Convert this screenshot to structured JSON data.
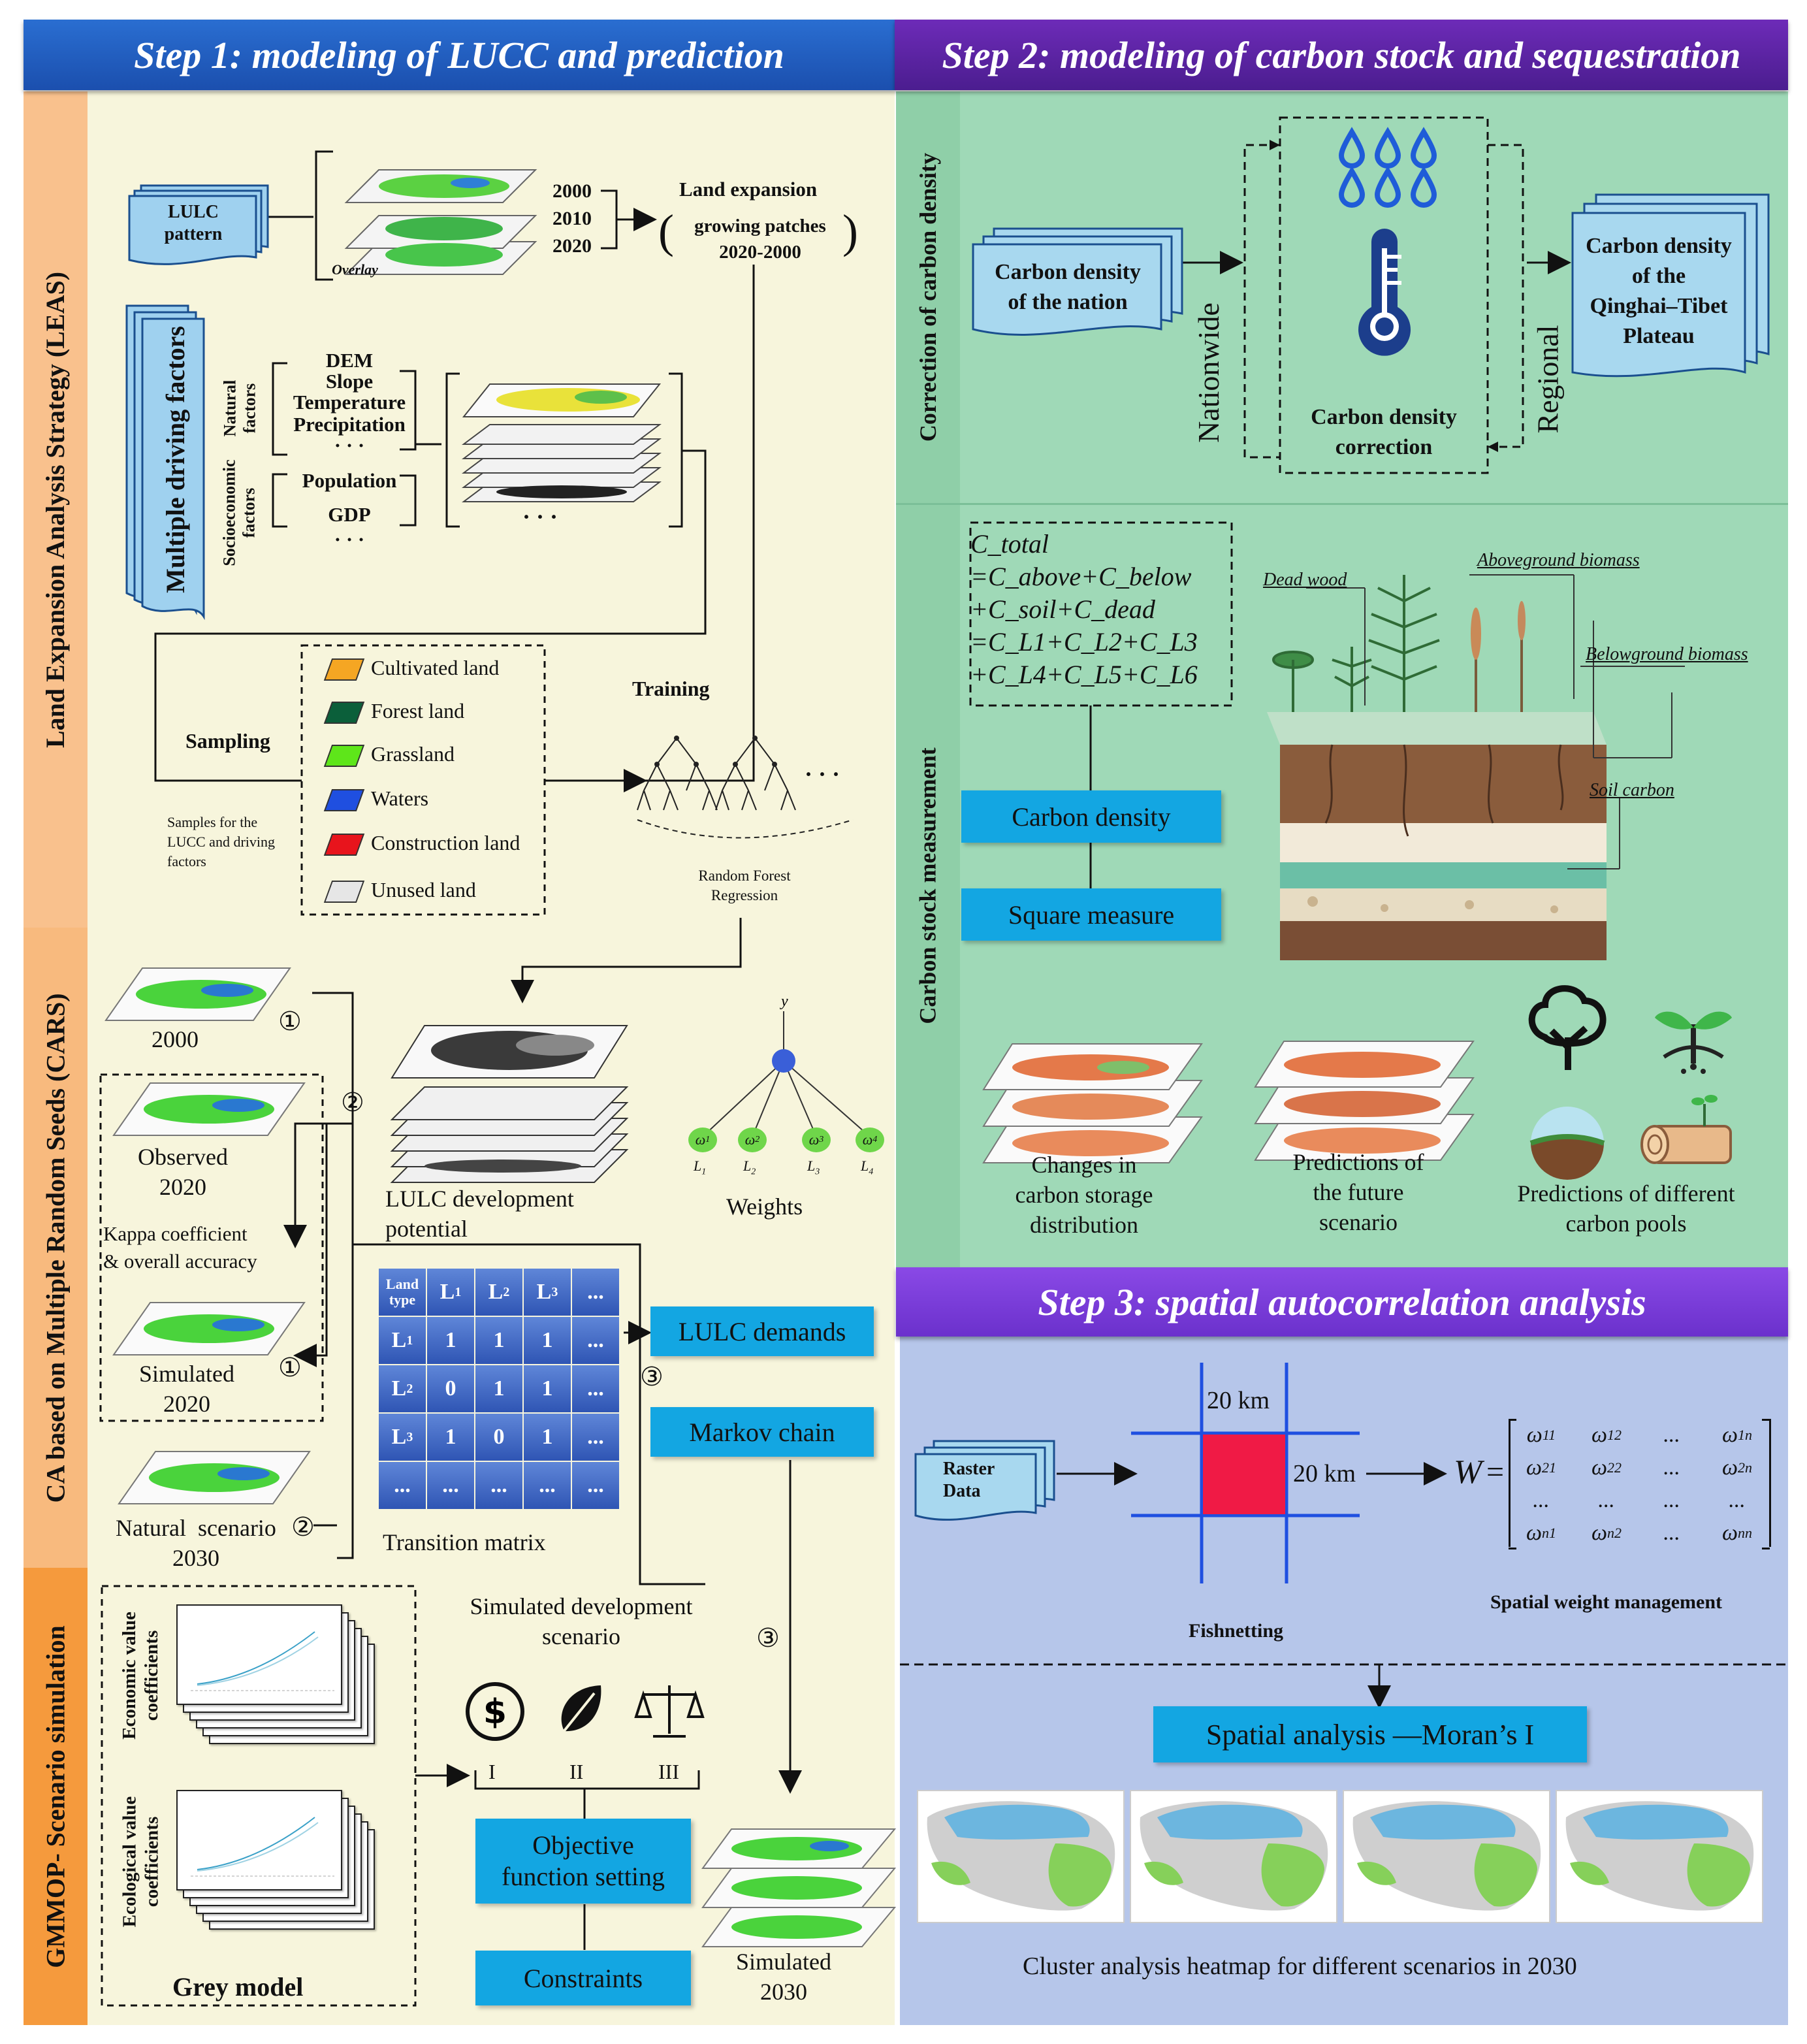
{
  "headers": {
    "step1": "Step 1: modeling of LUCC and prediction",
    "step2": "Step 2: modeling of carbon stock and sequestration",
    "step3": "Step 3: spatial autocorrelation analysis"
  },
  "side_labels": {
    "leas": "Land Expansion Analysis Strategy (LEAS)",
    "cars": "CA based on Multiple Random Seeds (CARS)",
    "gmmop": "GMMOP- Scenario simulation",
    "correction": "Correction of carbon density",
    "measurement": "Carbon stock measurement"
  },
  "leas": {
    "lulc_pattern": "LULC\npattern",
    "overlay": "Overlay",
    "years": [
      "2000",
      "2010",
      "2020"
    ],
    "land_expansion": "Land expansion",
    "growing_patches": "growing patches\n2020-2000",
    "driving_factors": "Multiple driving factors",
    "natural_factors": "Natural\nfactors",
    "socio_factors": "Socioeconomic\nfactors",
    "natural_list": [
      "DEM",
      "Slope",
      "Temperature",
      "Precipitation",
      "· · ·"
    ],
    "socio_list": [
      "Population",
      "GDP",
      "· · ·"
    ],
    "dots": "· · ·",
    "sampling": "Sampling",
    "samples_note": "Samples for the\nLUCC and driving\nfactors",
    "training": "Training",
    "rf": "Random Forest\nRegression",
    "rf_dots": "· · ·"
  },
  "legend": [
    {
      "label": "Cultivated land",
      "color": "#f5a623"
    },
    {
      "label": "Forest land",
      "color": "#0b5f3a"
    },
    {
      "label": "Grassland",
      "color": "#5ee61a"
    },
    {
      "label": "Waters",
      "color": "#1f4fe0"
    },
    {
      "label": "Construction land",
      "color": "#e8141c"
    },
    {
      "label": "Unused land",
      "color": "#e6e6e6"
    }
  ],
  "cars": {
    "y2000": "2000",
    "observed": "Observed\n2020",
    "kappa": "Kappa coefficient\n& overall accuracy",
    "simulated2020": "Simulated\n2020",
    "natural2030": "Natural  scenario\n2030",
    "c1": "①",
    "c2": "②",
    "c3": "③",
    "lulc_potential": "LULC development\npotential",
    "weights": "Weights",
    "y_axis": "y",
    "weight_nodes": [
      {
        "w": "ω",
        "sub": "1",
        "L": "L",
        "Lsub": "1"
      },
      {
        "w": "ω",
        "sub": "2",
        "L": "L",
        "Lsub": "2"
      },
      {
        "w": "ω",
        "sub": "3",
        "L": "L",
        "Lsub": "3"
      },
      {
        "w": "ω",
        "sub": "4",
        "L": "L",
        "Lsub": "4"
      }
    ],
    "transition_matrix_label": "Transition matrix",
    "matrix": {
      "corner": "Land\ntype",
      "cols": [
        "L1",
        "L2",
        "L3",
        "..."
      ],
      "rows": [
        {
          "h": "L1",
          "v": [
            "1",
            "1",
            "1",
            "..."
          ]
        },
        {
          "h": "L2",
          "v": [
            "0",
            "1",
            "1",
            "..."
          ]
        },
        {
          "h": "L3",
          "v": [
            "1",
            "0",
            "1",
            "..."
          ]
        },
        {
          "h": "...",
          "v": [
            "...",
            "...",
            "...",
            "..."
          ]
        }
      ]
    },
    "lulc_demands": "LULC demands",
    "markov": "Markov chain"
  },
  "gmmop": {
    "econ": "Economic value\ncoefficients",
    "eco": "Ecological value\ncoefficients",
    "grey_model": "Grey model",
    "sim_dev": "Simulated development\nscenario",
    "roman": [
      "I",
      "II",
      "III"
    ],
    "objective": "Objective\nfunction setting",
    "constraints": "Constraints",
    "simulated2030": "Simulated\n2030"
  },
  "step2": {
    "cd_nation": "Carbon density\nof the nation",
    "nationwide": "Nationwide",
    "regional": "Regional",
    "cd_correction": "Carbon density\ncorrection",
    "cd_qtp": "Carbon density\nof the\nQinghai–Tibet\nPlateau",
    "formula": [
      "C_total",
      "=C_above+C_below",
      "+C_soil+C_dead",
      "=C_L1+C_L2+C_L3",
      "+C_L4+C_L5+C_L6"
    ],
    "carbon_density": "Carbon density",
    "square_measure": "Square measure",
    "dead_wood": "Dead wood",
    "aboveground": "Aboveground biomass",
    "belowground": "Belowground biomass",
    "soil_carbon": "Soil carbon",
    "changes": "Changes in\ncarbon storage\ndistribution",
    "predictions_future": "Predictions of\nthe future\nscenario",
    "predictions_pools": "Predictions of different\ncarbon pools"
  },
  "step3": {
    "raster": "Raster\nData",
    "km_top": "20 km",
    "km_right": "20 km",
    "fishnetting": "Fishnetting",
    "W": "W",
    "eq": "=",
    "matrix": [
      [
        {
          "b": "ω",
          "s": "11"
        },
        {
          "b": "ω",
          "s": "12"
        },
        {
          "b": "...",
          "s": ""
        },
        {
          "b": "ω",
          "s": "1n"
        }
      ],
      [
        {
          "b": "ω",
          "s": "21"
        },
        {
          "b": "ω",
          "s": "22"
        },
        {
          "b": "...",
          "s": ""
        },
        {
          "b": "ω",
          "s": "2n"
        }
      ],
      [
        {
          "b": "...",
          "s": ""
        },
        {
          "b": "...",
          "s": ""
        },
        {
          "b": "...",
          "s": ""
        },
        {
          "b": "...",
          "s": ""
        }
      ],
      [
        {
          "b": "ω",
          "s": "n1"
        },
        {
          "b": "ω",
          "s": "n2"
        },
        {
          "b": "...",
          "s": ""
        },
        {
          "b": "ω",
          "s": "nn"
        }
      ]
    ],
    "swm": "Spatial weight management",
    "moran": "Spatial analysis —Moran’s I",
    "cluster": "Cluster analysis heatmap for different scenarios in 2030"
  }
}
